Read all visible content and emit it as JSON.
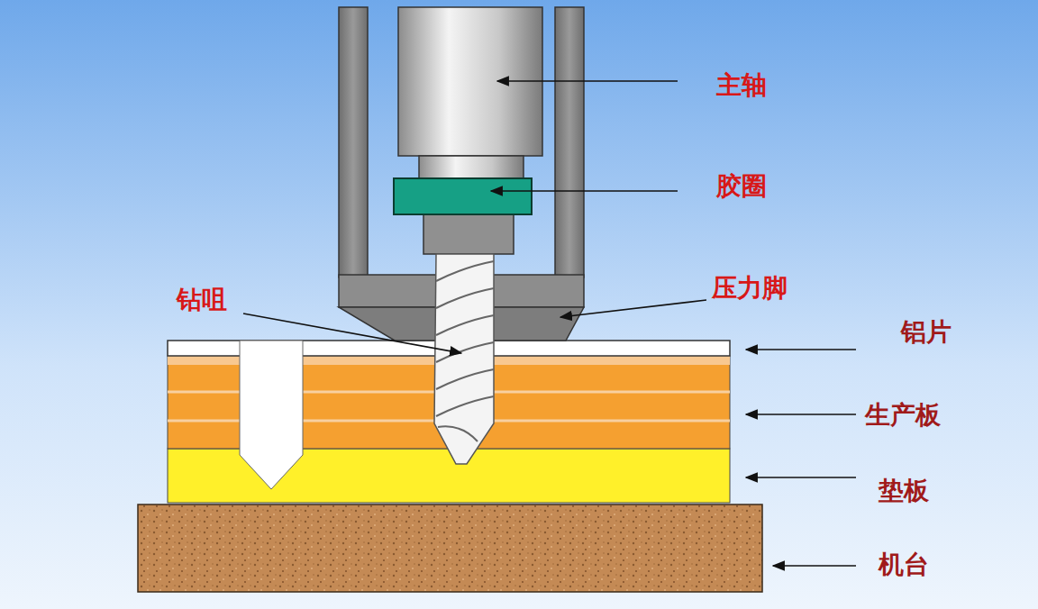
{
  "diagram": {
    "labels": [
      "主轴",
      "胶圈",
      "钻咀",
      "压力脚",
      "铝片",
      "生产板",
      "垫板",
      "机台"
    ]
  }
}
